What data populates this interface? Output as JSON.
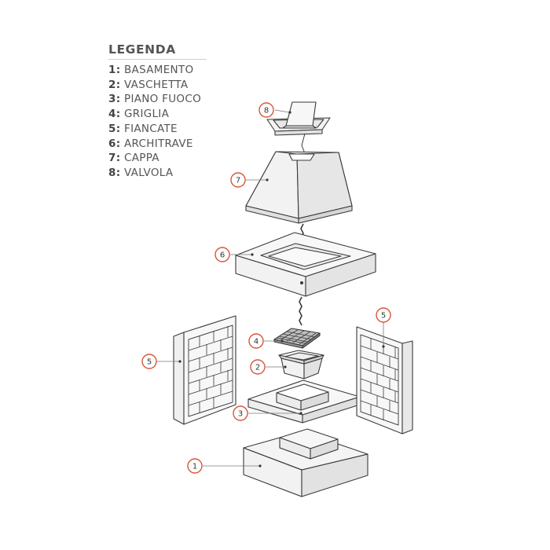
{
  "legend": {
    "title": "LEGENDA",
    "items": [
      {
        "num": "1:",
        "label": "BASAMENTO"
      },
      {
        "num": "2:",
        "label": "VASCHETTA"
      },
      {
        "num": "3:",
        "label": "PIANO FUOCO"
      },
      {
        "num": "4:",
        "label": "GRIGLIA"
      },
      {
        "num": "5:",
        "label": "FIANCATE"
      },
      {
        "num": "6:",
        "label": "ARCHITRAVE"
      },
      {
        "num": "7:",
        "label": "CAPPA"
      },
      {
        "num": "8:",
        "label": "VALVOLA"
      }
    ]
  },
  "callouts": {
    "c1": "1",
    "c2": "2",
    "c3": "3",
    "c4": "4",
    "c5a": "5",
    "c5b": "5",
    "c6": "6",
    "c7": "7",
    "c8": "8"
  },
  "colors": {
    "outline": "#3a3a3a",
    "callout_ring": "#d9553a",
    "face_light": "#f7f7f7",
    "face_shade": "#e2e2e2",
    "text": "#555555"
  }
}
